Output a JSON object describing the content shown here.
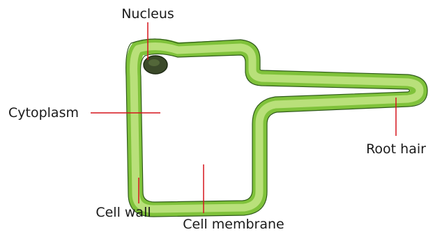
{
  "labels": {
    "nucleus": "Nucleus",
    "cytoplasm": "Cytoplasm",
    "root_hair": "Root hair",
    "cell_wall": "Cell wall",
    "cell_membrane": "Cell membrane"
  },
  "colors": {
    "cell_wall": "#7fc23a",
    "cell_membrane": "#b9e07a",
    "nucleus": "#3b4a2a",
    "leader_line": "#d6141c"
  }
}
